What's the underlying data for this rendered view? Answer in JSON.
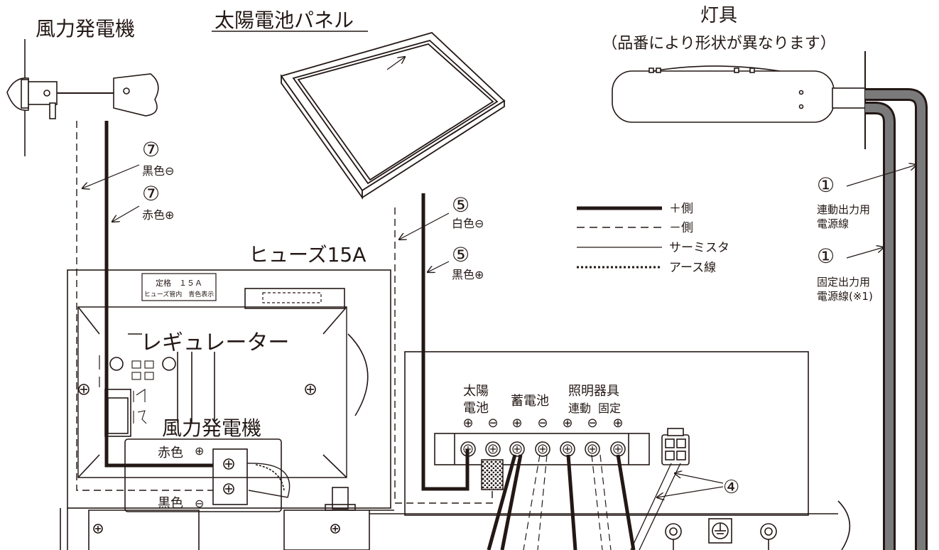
{
  "labels": {
    "wind_generator_top": "風力発電機",
    "solar_panel": "太陽電池パネル",
    "lamp_title": "灯具",
    "lamp_note": "（品番により形状が異なります）",
    "fuse": "ヒューズ15A",
    "regulator": "レギュレーター",
    "wind_generator_box": "風力発電機",
    "fuse_plate_line1": "定格　１５Ａ",
    "fuse_plate_line2": "ヒューズ管内　青色表示",
    "wire_red_plus": "赤色",
    "wire_black_minus": "黒色"
  },
  "callouts": {
    "c7_black": {
      "num": "⑦",
      "text": "黒色⊖"
    },
    "c7_red": {
      "num": "⑦",
      "text": "赤色⊕"
    },
    "c5_white": {
      "num": "⑤",
      "text": "白色⊖"
    },
    "c5_black": {
      "num": "⑤",
      "text": "黒色⊕"
    },
    "c1_linked": {
      "num": "①",
      "line1": "連動出力用",
      "line2": "電源線"
    },
    "c1_fixed": {
      "num": "①",
      "line1": "固定出力用",
      "line2": "電源線(※1)"
    },
    "c4": {
      "num": "④"
    }
  },
  "legend": [
    {
      "style": "thick",
      "label": "＋側"
    },
    {
      "style": "dashed",
      "label": "－側"
    },
    {
      "style": "thin",
      "label": "サーミスタ"
    },
    {
      "style": "dotted",
      "label": "アース線"
    }
  ],
  "terminal_block": {
    "solar": {
      "line1": "太陽",
      "line2": "電池"
    },
    "battery": "蓄電池",
    "lighting": "照明器具",
    "linked": "連動",
    "fixed": "固定",
    "symbols": [
      "⊕",
      "⊖",
      "⊕",
      "⊖",
      "⊕",
      "⊖",
      "⊕"
    ]
  },
  "symbols": {
    "plus": "⊕",
    "minus": "⊖"
  }
}
